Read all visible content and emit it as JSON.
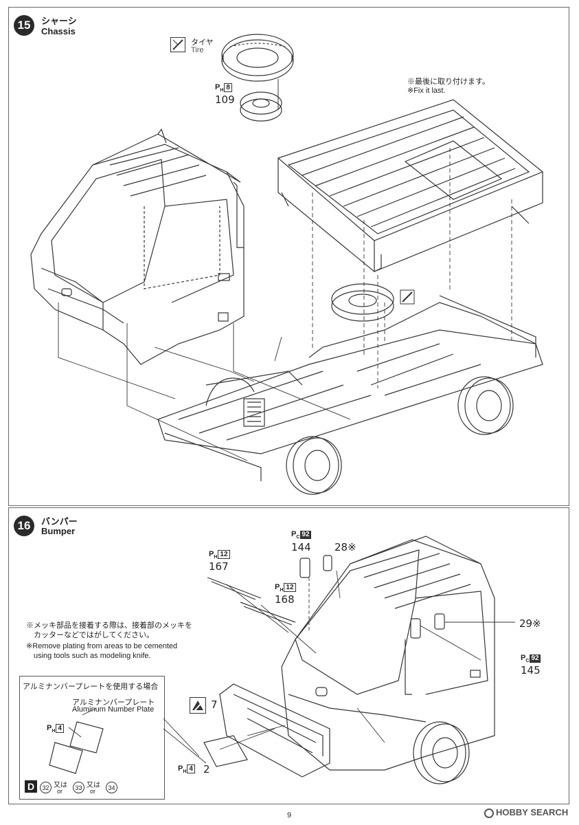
{
  "page_number": "9",
  "watermark": "HOBBY SEARCH",
  "step15": {
    "number": "15",
    "title_jp": "シャーシ",
    "title_en": "Chassis",
    "tire_label_jp": "タイヤ",
    "tire_label_en": "Tire",
    "wheel_code": "P",
    "wheel_code_sub": "H",
    "wheel_code_box": "8",
    "wheel_part": "109",
    "note_jp": "※最後に取り付けます。",
    "note_en": "※Fix it last."
  },
  "step16": {
    "number": "16",
    "title_jp": "バンパー",
    "title_en": "Bumper",
    "wiper1_code": "P",
    "wiper1_code_sub": "H",
    "wiper1_code_box": "12",
    "wiper1_part": "167",
    "wiper2_code": "P",
    "wiper2_code_sub": "H",
    "wiper2_code_box": "12",
    "wiper2_part": "168",
    "mirror_code": "P",
    "mirror_code_sub": "C",
    "mirror_code_box": "92",
    "mirror_part": "144",
    "mirror2_part": "28※",
    "mirror3_part": "29※",
    "mirror4_code": "P",
    "mirror4_code_sub": "C",
    "mirror4_code_box": "92",
    "mirror4_part": "145",
    "plating_note_jp_1": "※メッキ部品を接着する際は、接着部のメッキを",
    "plating_note_jp_2": "カッターなどではがしてください。",
    "plating_note_en_1": "※Remove plating from areas to be cemented",
    "plating_note_en_2": "using tools such as modeling knife.",
    "bumper_part": "7",
    "plate_code": "P",
    "plate_code_sub": "H",
    "plate_code_box": "4",
    "plate_part": "2",
    "inset": {
      "heading_jp": "アルミナンバープレートを使用する場合",
      "label_jp": "アルミナンバープレート",
      "label_en": "Aluminum Number Plate",
      "code": "P",
      "code_sub": "H",
      "code_box": "4",
      "decal_letter": "D",
      "decal_1": "32",
      "or_jp_1": "又は",
      "or_en_1": "or",
      "decal_2": "33",
      "or_jp_2": "又は",
      "or_en_2": "or",
      "decal_3": "34"
    }
  }
}
